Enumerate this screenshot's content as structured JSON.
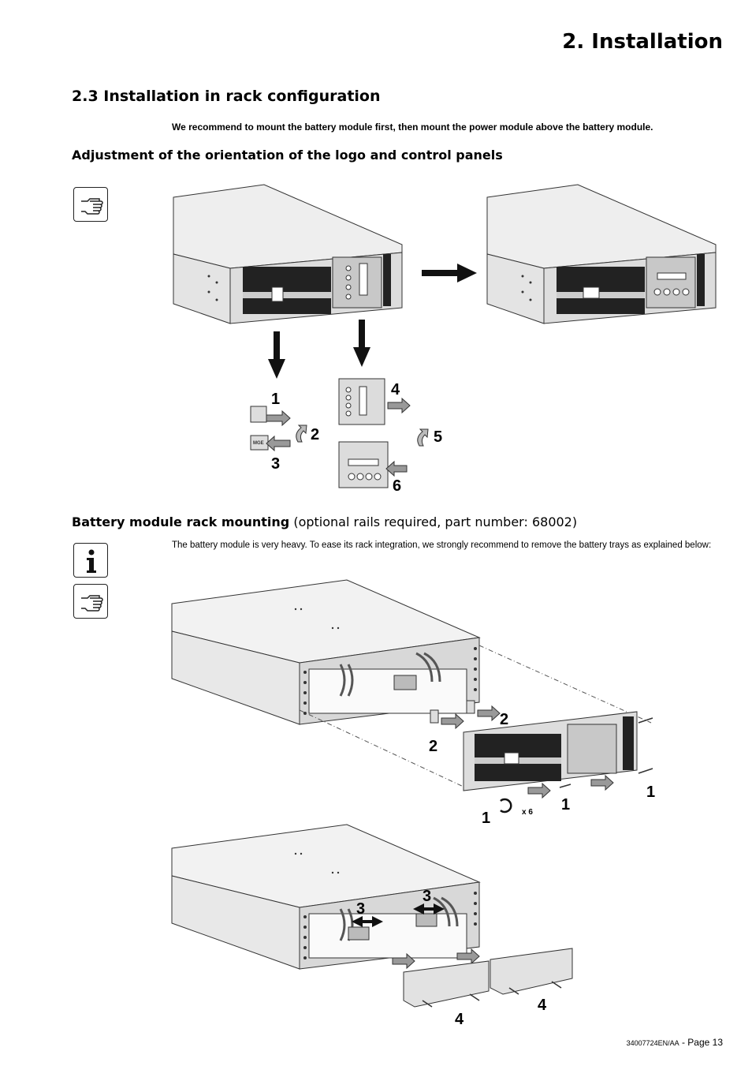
{
  "header": {
    "chapter_title": "2. Installation"
  },
  "section": {
    "title": "2.3 Installation in rack configuration",
    "intro": "We recommend to mount the battery module first, then mount the power module above the battery module."
  },
  "orientation": {
    "title": "Adjustment of the orientation of the logo and control panels",
    "steps": [
      "1",
      "2",
      "3",
      "4",
      "5",
      "6"
    ],
    "logo_text": "MGE"
  },
  "battery": {
    "title_bold": "Battery module rack mounting",
    "title_rest": " (optional rails required, part number: 68002)",
    "note": "The battery module is very heavy. To ease its rack integration, we strongly recommend to remove the battery trays as explained below:",
    "steps_top": [
      "2",
      "2",
      "1",
      "1",
      "1"
    ],
    "screw_count": "x 6",
    "steps_bottom": [
      "3",
      "3",
      "4",
      "4"
    ]
  },
  "icons": [
    "hand-pointer-icon",
    "info-icon",
    "hand-pointer-icon"
  ],
  "footer": {
    "doc_number": "34007724EN/AA",
    "page_label": " - Page 13"
  }
}
